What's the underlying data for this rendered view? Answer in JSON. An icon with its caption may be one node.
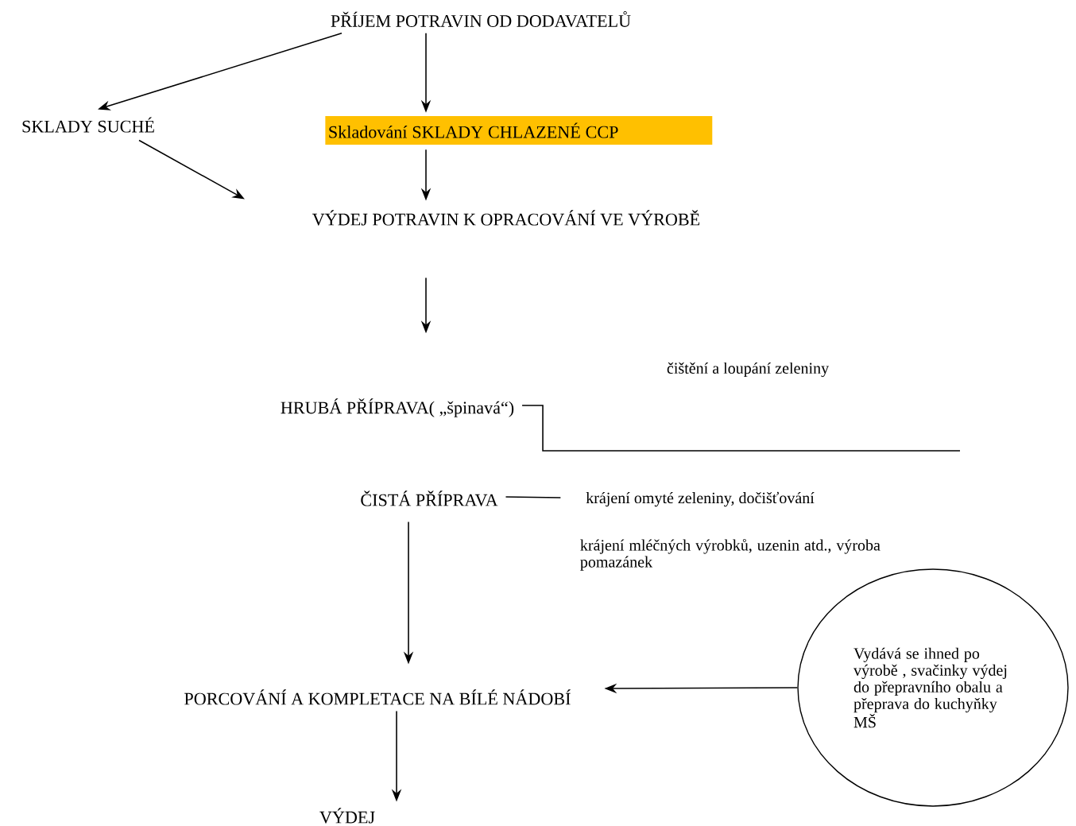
{
  "diagram": {
    "nodes": [
      {
        "text": [
          "PŘÍJEM POTRAVIN OD DODAVATELŮ"
        ]
      },
      {
        "text": [
          "SKLADY SUCHÉ"
        ]
      },
      {
        "text": [
          "Skladování SKLADY CHLAZENÉ CCP"
        ]
      },
      {
        "text": [
          "VÝDEJ POTRAVIN K OPRACOVÁNÍ VE VÝROBĚ"
        ]
      },
      {
        "text": [
          "HRUBÁ PŘÍPRAVA( „špinavá“)"
        ]
      },
      {
        "text": [
          "čištění a loupání zeleniny"
        ]
      },
      {
        "text": [
          "ČISTÁ PŘÍPRAVA"
        ]
      },
      {
        "text": [
          "krájení omyté zeleniny, dočišťování"
        ]
      },
      {
        "text": [
          "krájení mléčných výrobků, uzenin atd., výroba pomazánek"
        ]
      },
      {
        "text": [
          "PORCOVÁNÍ A KOMPLETACE NA BÍLÉ NÁDOBÍ"
        ]
      },
      {
        "text": [
          "VÝDEJ"
        ]
      },
      {
        "text": [
          "Vydává se ihned po výrobě , svačinky výdej do přepravního obalu a přeprava do kuchyňky MŠ"
        ]
      }
    ],
    "edges": [
      {
        "from": 0,
        "to": 1,
        "arrow": "to"
      },
      {
        "from": 0,
        "to": 2,
        "arrow": "to"
      },
      {
        "from": 1,
        "to": 3,
        "arrow": "to"
      },
      {
        "from": 2,
        "to": 3,
        "arrow": "to"
      },
      {
        "from": 3,
        "to": 4,
        "arrow": "to"
      },
      {
        "from": 4,
        "to": null,
        "arrow": "none"
      },
      {
        "from": 6,
        "to": 7,
        "arrow": "none"
      },
      {
        "from": 6,
        "to": 9,
        "arrow": "to"
      },
      {
        "from": 11,
        "to": 9,
        "arrow": "to"
      },
      {
        "from": 9,
        "to": 10,
        "arrow": "to"
      }
    ]
  }
}
